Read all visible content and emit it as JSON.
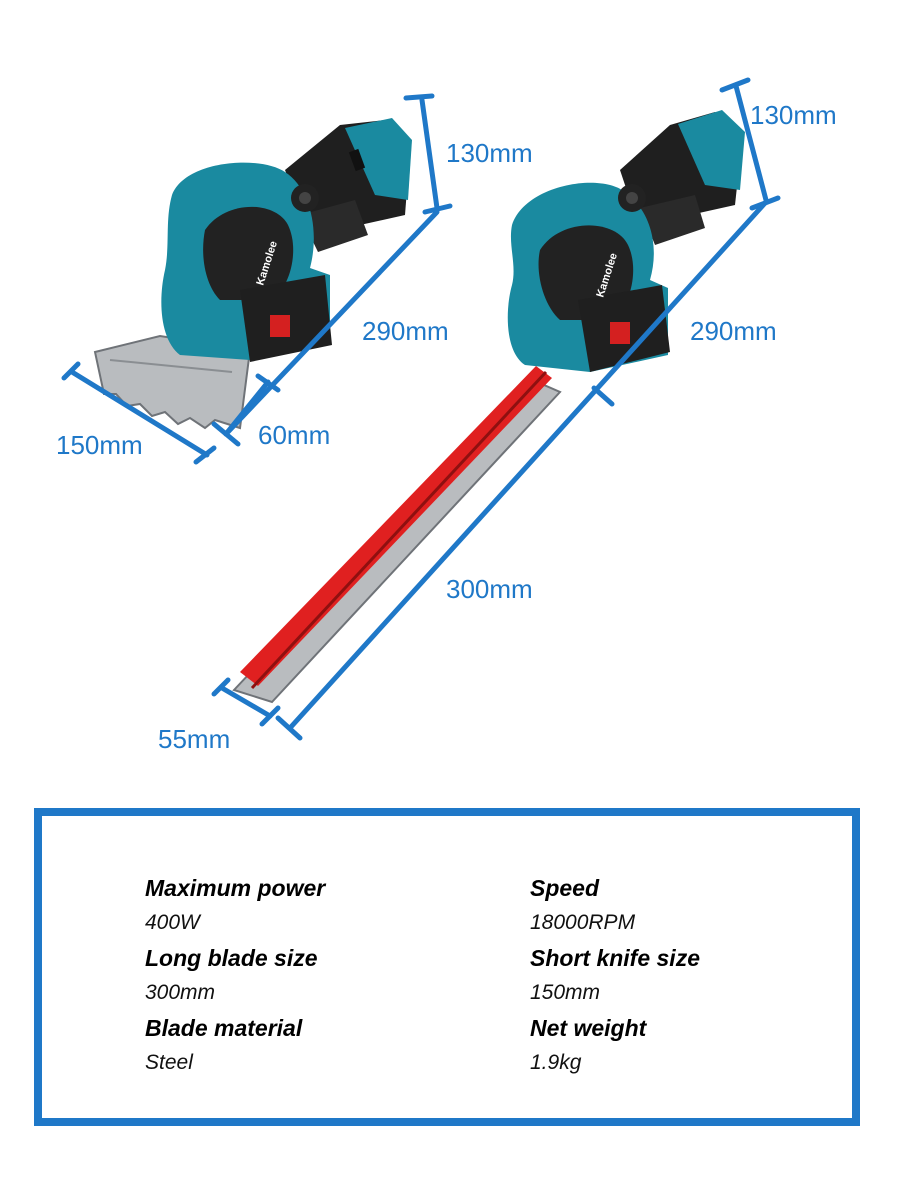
{
  "colors": {
    "dimension_line": "#1f78c8",
    "body_teal": "#1a8aa0",
    "blade_red": "#e02020",
    "panel_border": "#1f78c8"
  },
  "brand_label": "Kamolee",
  "dimensions": {
    "shrub_shear": {
      "height": "130mm",
      "length": "290mm",
      "blade_width": "150mm",
      "blade_depth": "60mm"
    },
    "hedge_trimmer": {
      "height": "130mm",
      "length": "290mm",
      "blade_length": "300mm",
      "blade_width": "55mm"
    }
  },
  "specs": [
    {
      "label": "Maximum power",
      "value": "400W"
    },
    {
      "label": "Speed",
      "value": "18000RPM"
    },
    {
      "label": "Long blade size",
      "value": "300mm"
    },
    {
      "label": "Short knife size",
      "value": "150mm"
    },
    {
      "label": "Blade material",
      "value": "Steel"
    },
    {
      "label": "Net weight",
      "value": "1.9kg"
    }
  ]
}
